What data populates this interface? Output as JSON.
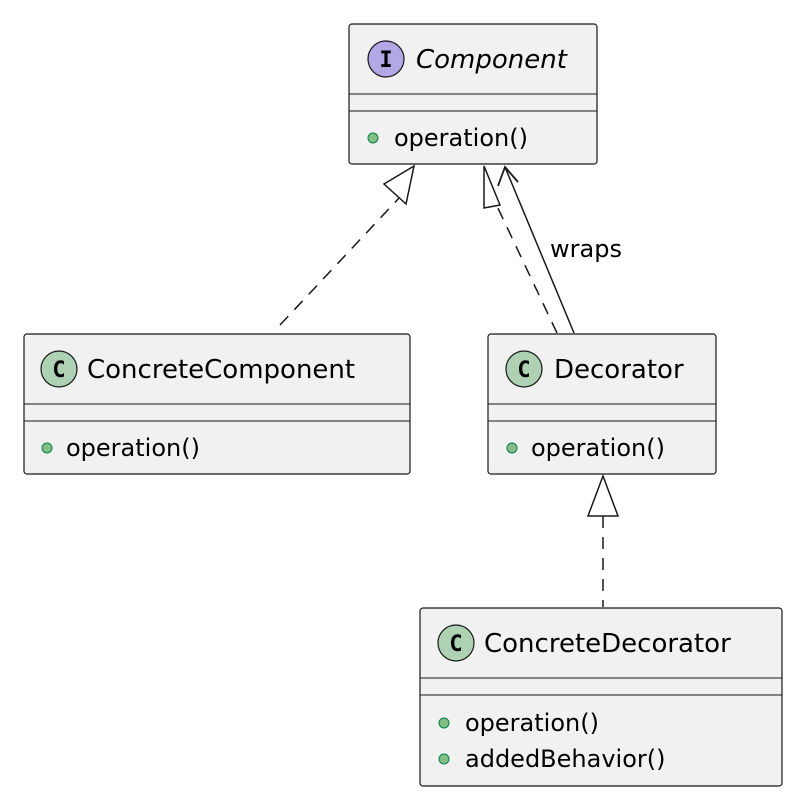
{
  "classes": {
    "component": {
      "stereotype_letter": "I",
      "name": "Component",
      "methods": [
        "operation()"
      ]
    },
    "concrete_component": {
      "stereotype_letter": "C",
      "name": "ConcreteComponent",
      "methods": [
        "operation()"
      ]
    },
    "decorator": {
      "stereotype_letter": "C",
      "name": "Decorator",
      "methods": [
        "operation()"
      ]
    },
    "concrete_decorator": {
      "stereotype_letter": "C",
      "name": "ConcreteDecorator",
      "methods": [
        "operation()",
        "addedBehavior()"
      ]
    }
  },
  "relations": {
    "wraps_label": "wraps"
  },
  "colors": {
    "interface_badge": "#b4a7e5",
    "class_badge": "#add1b2",
    "box_fill": "#f1f1f1",
    "public_dot": "#84be84"
  }
}
